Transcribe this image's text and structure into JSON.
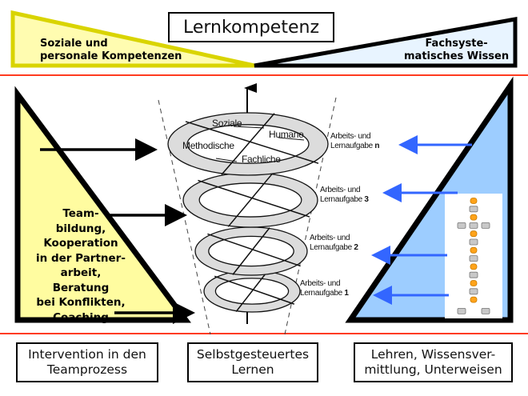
{
  "title": "Lernkompetenz",
  "top_band": {
    "left_label": "Soziale und\npersonale Kompetenzen",
    "right_label": "Fachsyste-\nmatisches Wissen",
    "left_color": "#fffcb0",
    "left_stroke": "#d9d400",
    "right_color": "#e8f4ff",
    "right_stroke": "#000000"
  },
  "separator_color": "#ff3b1f",
  "left_triangle": {
    "label": "Team-\nbildung,\nKooperation\nin der Partner-\narbeit,\nBeratung\nbei Konflikten,\nCoaching",
    "fill": "#fffca0",
    "arrow_color": "#000000"
  },
  "right_triangle": {
    "fill": "#9dcdff",
    "arrow_color": "#3366ff"
  },
  "spiral": {
    "competences": [
      "Soziale",
      "Humane",
      "Methodische",
      "Fachliche"
    ],
    "tasks": [
      {
        "line1": "Arbeits- und",
        "line2": "Lernaufgabe ",
        "suffix": "n"
      },
      {
        "line1": "Arbeits- und",
        "line2": "Lernaufgabe ",
        "suffix": "3"
      },
      {
        "line1": "Arbeits- und",
        "line2": "Lernaufgabe ",
        "suffix": "2"
      },
      {
        "line1": "Arbeits- und",
        "line2": "Lernaufgabe ",
        "suffix": "1"
      }
    ]
  },
  "bottom_boxes": [
    "Intervention in den\nTeamprozess",
    "Selbstgesteuertes\nLernen",
    "Lehren, Wissensver-\nmittlung, Unterweisen"
  ],
  "sequence_chart": {
    "node_colors": {
      "orange": "#ffa31a",
      "gray": "#c8c8c8"
    }
  }
}
